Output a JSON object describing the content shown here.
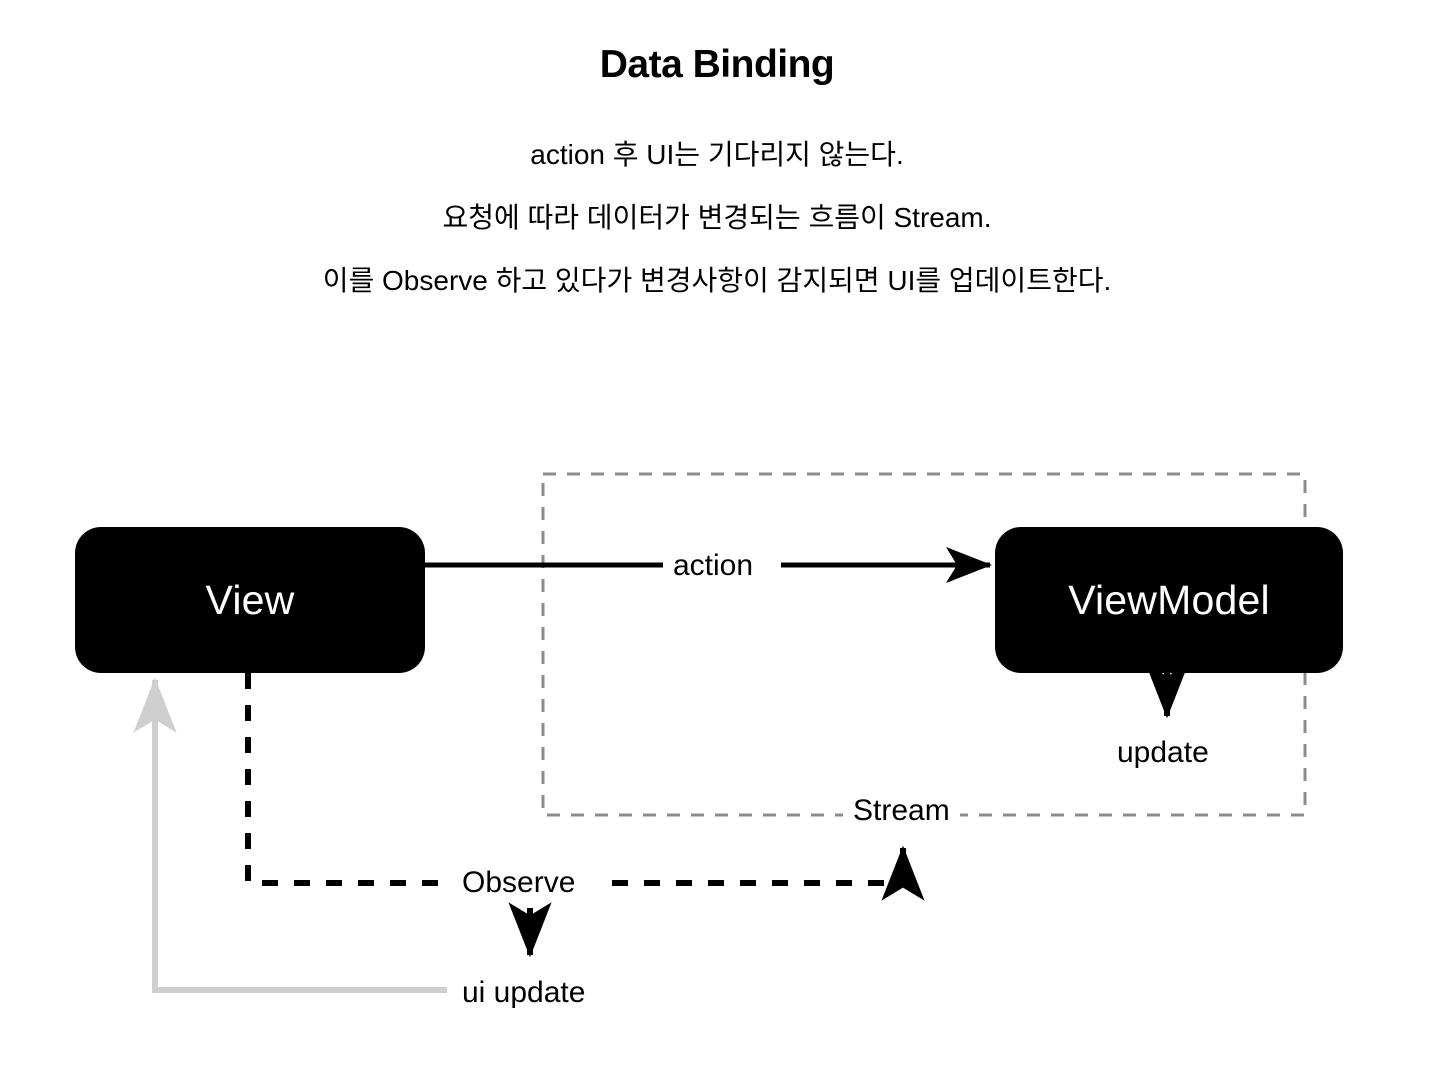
{
  "page": {
    "background_color": "#ffffff",
    "title": "Data Binding",
    "description_lines": [
      "action 후 UI는 기다리지 않는다.",
      "요청에 따라 데이터가 변경되는 흐름이 Stream.",
      "이를 Observe 하고 있다가 변경사항이 감지되면 UI를 업데이트한다."
    ]
  },
  "diagram": {
    "type": "flow-diagram",
    "nodes": [
      {
        "id": "view",
        "label": "View",
        "fill": "#000000",
        "text_color": "#ffffff"
      },
      {
        "id": "viewmodel",
        "label": "ViewModel",
        "fill": "#000000",
        "text_color": "#ffffff"
      }
    ],
    "groups": [
      {
        "id": "stream",
        "label": "Stream",
        "style": "dashed",
        "color": "#8c8c8c"
      }
    ],
    "edges": [
      {
        "id": "action",
        "label": "action",
        "from": "view",
        "to": "viewmodel",
        "style": "solid",
        "color": "#000000"
      },
      {
        "id": "update",
        "label": "update",
        "from": "viewmodel",
        "to": "stream",
        "style": "solid",
        "color": "#000000"
      },
      {
        "id": "observe",
        "label": "Observe",
        "from": "view",
        "to": "stream",
        "style": "dashed",
        "color": "#000000"
      },
      {
        "id": "ui-update",
        "label": "ui update",
        "from": "observe",
        "to": "view",
        "style": "solid",
        "color": "#cfcfcf"
      }
    ]
  }
}
